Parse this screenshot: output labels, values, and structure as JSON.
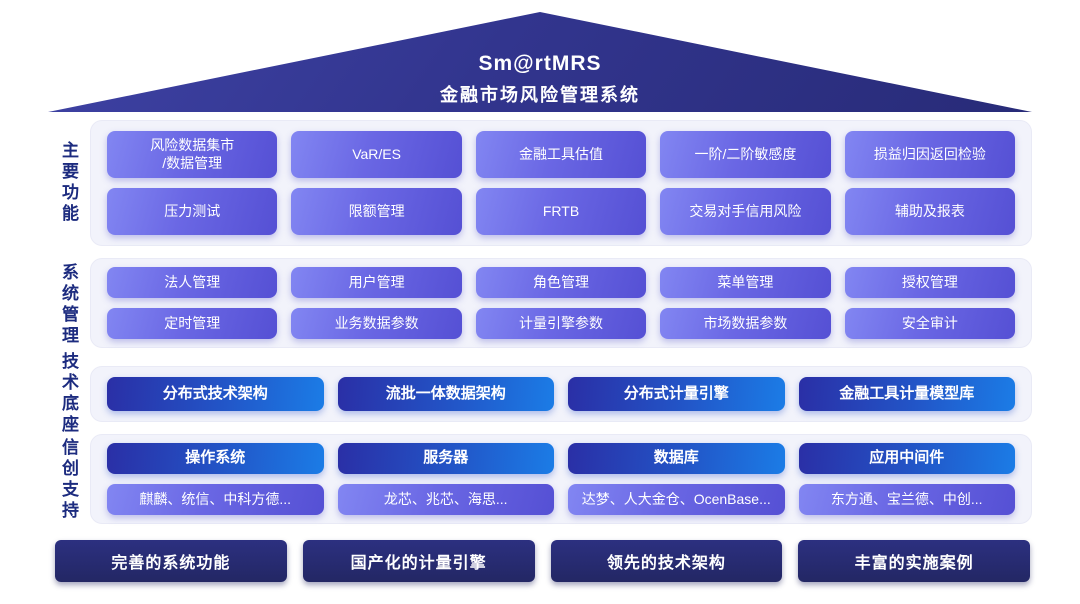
{
  "header": {
    "title": "Sm@rtMRS",
    "subtitle": "金融市场风险管理系统"
  },
  "sections": [
    {
      "label": "主要功能",
      "rows": [
        [
          "风险数据集市\n/数据管理",
          "VaR/ES",
          "金融工具估值",
          "一阶/二阶敏感度",
          "损益归因返回检验"
        ],
        [
          "压力测试",
          "限额管理",
          "FRTB",
          "交易对手信用风险",
          "辅助及报表"
        ]
      ]
    },
    {
      "label": "系统管理",
      "rows": [
        [
          "法人管理",
          "用户管理",
          "角色管理",
          "菜单管理",
          "授权管理"
        ],
        [
          "定时管理",
          "业务数据参数",
          "计量引擎参数",
          "市场数据参数",
          "安全审计"
        ]
      ]
    },
    {
      "label": "技术底座",
      "rows": [
        [
          "分布式技术架构",
          "流批一体数据架构",
          "分布式计量引擎",
          "金融工具计量模型库"
        ]
      ]
    },
    {
      "label": "信创支持",
      "rows": [
        [
          "操作系统",
          "服务器",
          "数据库",
          "应用中间件"
        ],
        [
          "麒麟、统信、中科方德...",
          "龙芯、兆芯、海思...",
          "达梦、人大金仓、OcenBase...",
          "东方通、宝兰德、中创..."
        ]
      ]
    }
  ],
  "footer": {
    "items": [
      "完善的系统功能",
      "国产化的计量引擎",
      "领先的技术架构",
      "丰富的实施案例"
    ]
  },
  "colors": {
    "roof": "#32358e",
    "purple_button": "#6a67e4",
    "blue_button": "#1b7ce6",
    "dark_button": "#232764",
    "panel_bg": "#f2f3fb",
    "label_text": "#1c2b7f"
  }
}
